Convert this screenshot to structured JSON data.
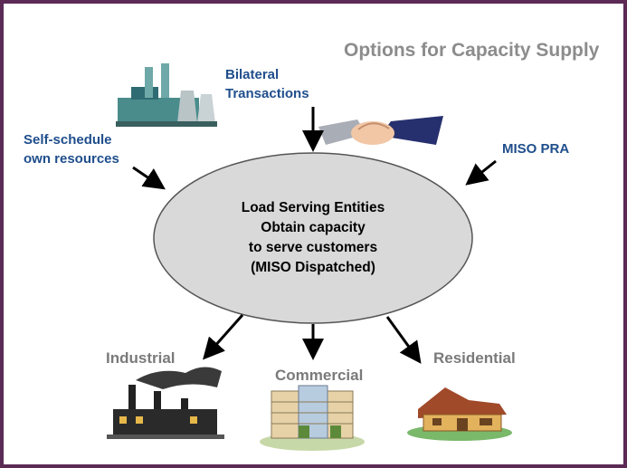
{
  "title": "Options for Capacity Supply",
  "inputs": {
    "bilateral": [
      "Bilateral",
      "Transactions"
    ],
    "self_schedule": [
      "Self-schedule",
      "own resources"
    ],
    "miso_pra": "MISO PRA"
  },
  "center": {
    "lines": [
      "Load Serving Entities",
      "Obtain capacity",
      "to serve customers",
      "(MISO Dispatched)"
    ]
  },
  "outputs": {
    "industrial": "Industrial",
    "commercial": "Commercial",
    "residential": "Residential"
  },
  "colors": {
    "border": "#5b2a55",
    "label_blue": "#1f4e8c",
    "title_gray": "#8c8c8c",
    "ellipse_fill": "#d9d9d9"
  },
  "icons": [
    "power-plant-icon",
    "handshake-icon",
    "factory-icon",
    "office-building-icon",
    "house-icon"
  ]
}
